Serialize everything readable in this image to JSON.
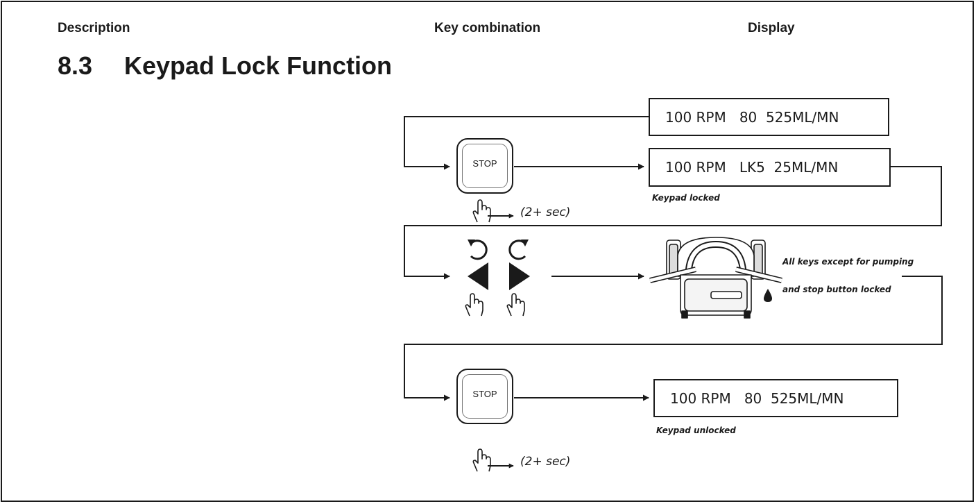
{
  "headers": {
    "description": "Description",
    "key_combination": "Key combination",
    "display": "Display"
  },
  "section": {
    "number": "8.3",
    "title": "Keypad Lock Function"
  },
  "displays": {
    "initial": "100 RPM   80  525ML/MN",
    "locked": "100 RPM   LK5  25ML/MN",
    "unlocked": "100 RPM   80  525ML/MN"
  },
  "notes": {
    "locked": "Keypad locked",
    "pumping_line1": "All keys except for pumping",
    "pumping_line2": "and stop button locked",
    "unlocked": "Keypad unlocked"
  },
  "keys": {
    "stop_label": "STOP",
    "hold_time": "(2+ sec)"
  },
  "icons": [
    "stop-key",
    "hand-press-icon",
    "rotate-ccw-icon",
    "rotate-cw-icon",
    "arrow-left-icon",
    "arrow-right-icon",
    "pump-head-icon",
    "drop-icon"
  ],
  "colors": {
    "ink": "#1a1a1a",
    "background": "#ffffff"
  }
}
